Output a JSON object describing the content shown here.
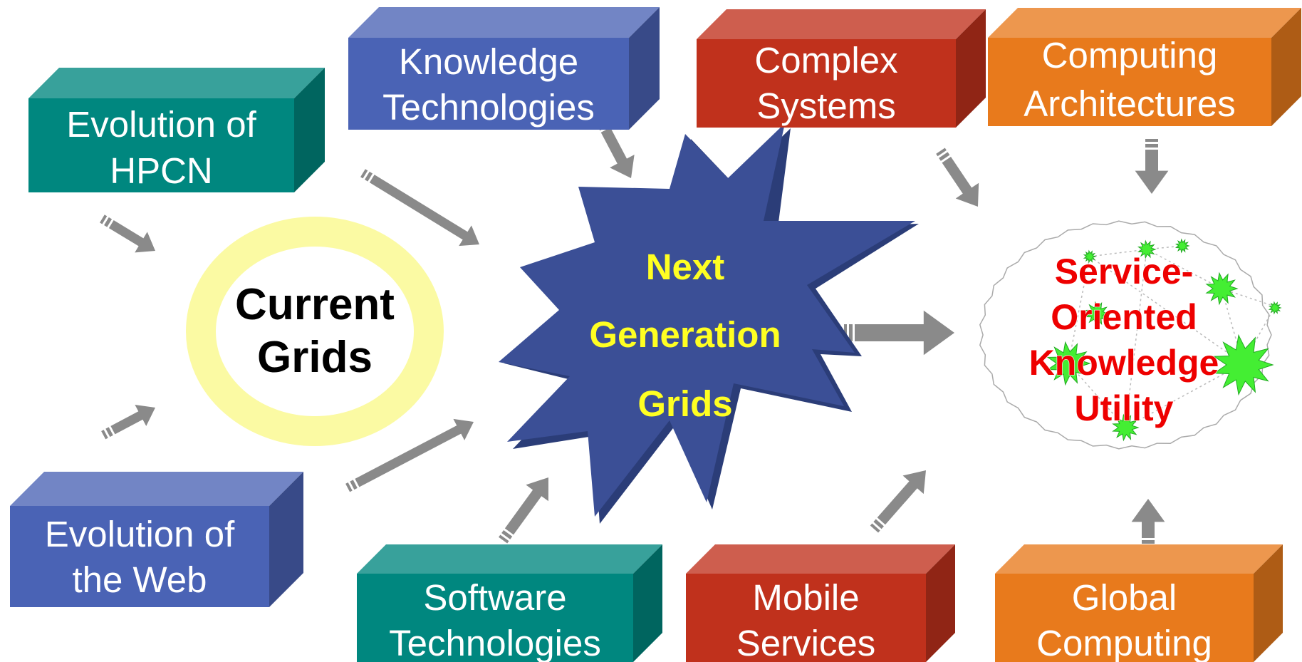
{
  "colors": {
    "teal": "#00877f",
    "blue": "#4a63b5",
    "red": "#c0311c",
    "orange": "#e87a1c",
    "star": "#3b4f96",
    "ring": "#fbfaa3",
    "arrow": "#8a8a8a",
    "star_text": "#ffff22",
    "goal_text": "#ee0000",
    "splat": "#44ee33"
  },
  "boxes": {
    "hpcn": {
      "line1": "Evolution of",
      "line2": "HPCN",
      "color": "teal"
    },
    "knowledge": {
      "line1": "Knowledge",
      "line2": "Technologies",
      "color": "blue"
    },
    "complex": {
      "line1": "Complex",
      "line2": "Systems",
      "color": "red"
    },
    "computing": {
      "line1": "Computing",
      "line2": "Architectures",
      "color": "orange"
    },
    "web": {
      "line1": "Evolution of",
      "line2": "the Web",
      "color": "blue"
    },
    "software": {
      "line1": "Software",
      "line2": "Technologies",
      "color": "teal"
    },
    "mobile": {
      "line1": "Mobile",
      "line2": "Services",
      "color": "red"
    },
    "global": {
      "line1": "Global",
      "line2": "Computing",
      "color": "orange"
    }
  },
  "current": {
    "line1": "Current",
    "line2": "Grids"
  },
  "next": {
    "line1": "Next",
    "line2": "Generation",
    "line3": "Grids"
  },
  "goal": {
    "line1": "Service-",
    "line2": "Oriented",
    "line3": "Knowledge",
    "line4": "Utility"
  }
}
